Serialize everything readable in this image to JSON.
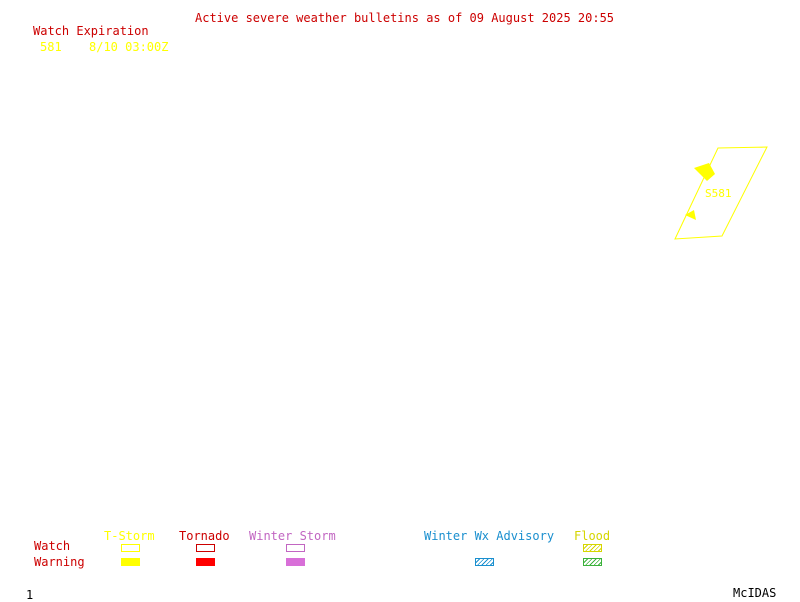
{
  "header": {
    "title": "Active severe weather bulletins as of 09 August 2025 20:55"
  },
  "watch_list": {
    "heading": "Watch Expiration",
    "rows": [
      {
        "number": "581",
        "expiration": "8/10 03:00Z"
      }
    ]
  },
  "map": {
    "polygon_label": "S581",
    "polygon_color": "#ffff00"
  },
  "legend": {
    "row_labels": {
      "watch": "Watch",
      "warning": "Warning"
    },
    "columns": {
      "tstorm": "T-Storm",
      "tornado": "Tornado",
      "winter_storm": "Winter Storm",
      "winter_wx_advisory": "Winter Wx Advisory",
      "flood": "Flood"
    },
    "colors": {
      "tstorm": "#ffff00",
      "tornado": "#ff0000",
      "winter_storm": "#d86fd8",
      "winter_wx_advisory": "#1a8fcf",
      "flood_watch": "#d6d600",
      "flood_warning": "#3ab23a"
    }
  },
  "footer": {
    "frame_number": "1",
    "brand": "McIDAS"
  }
}
